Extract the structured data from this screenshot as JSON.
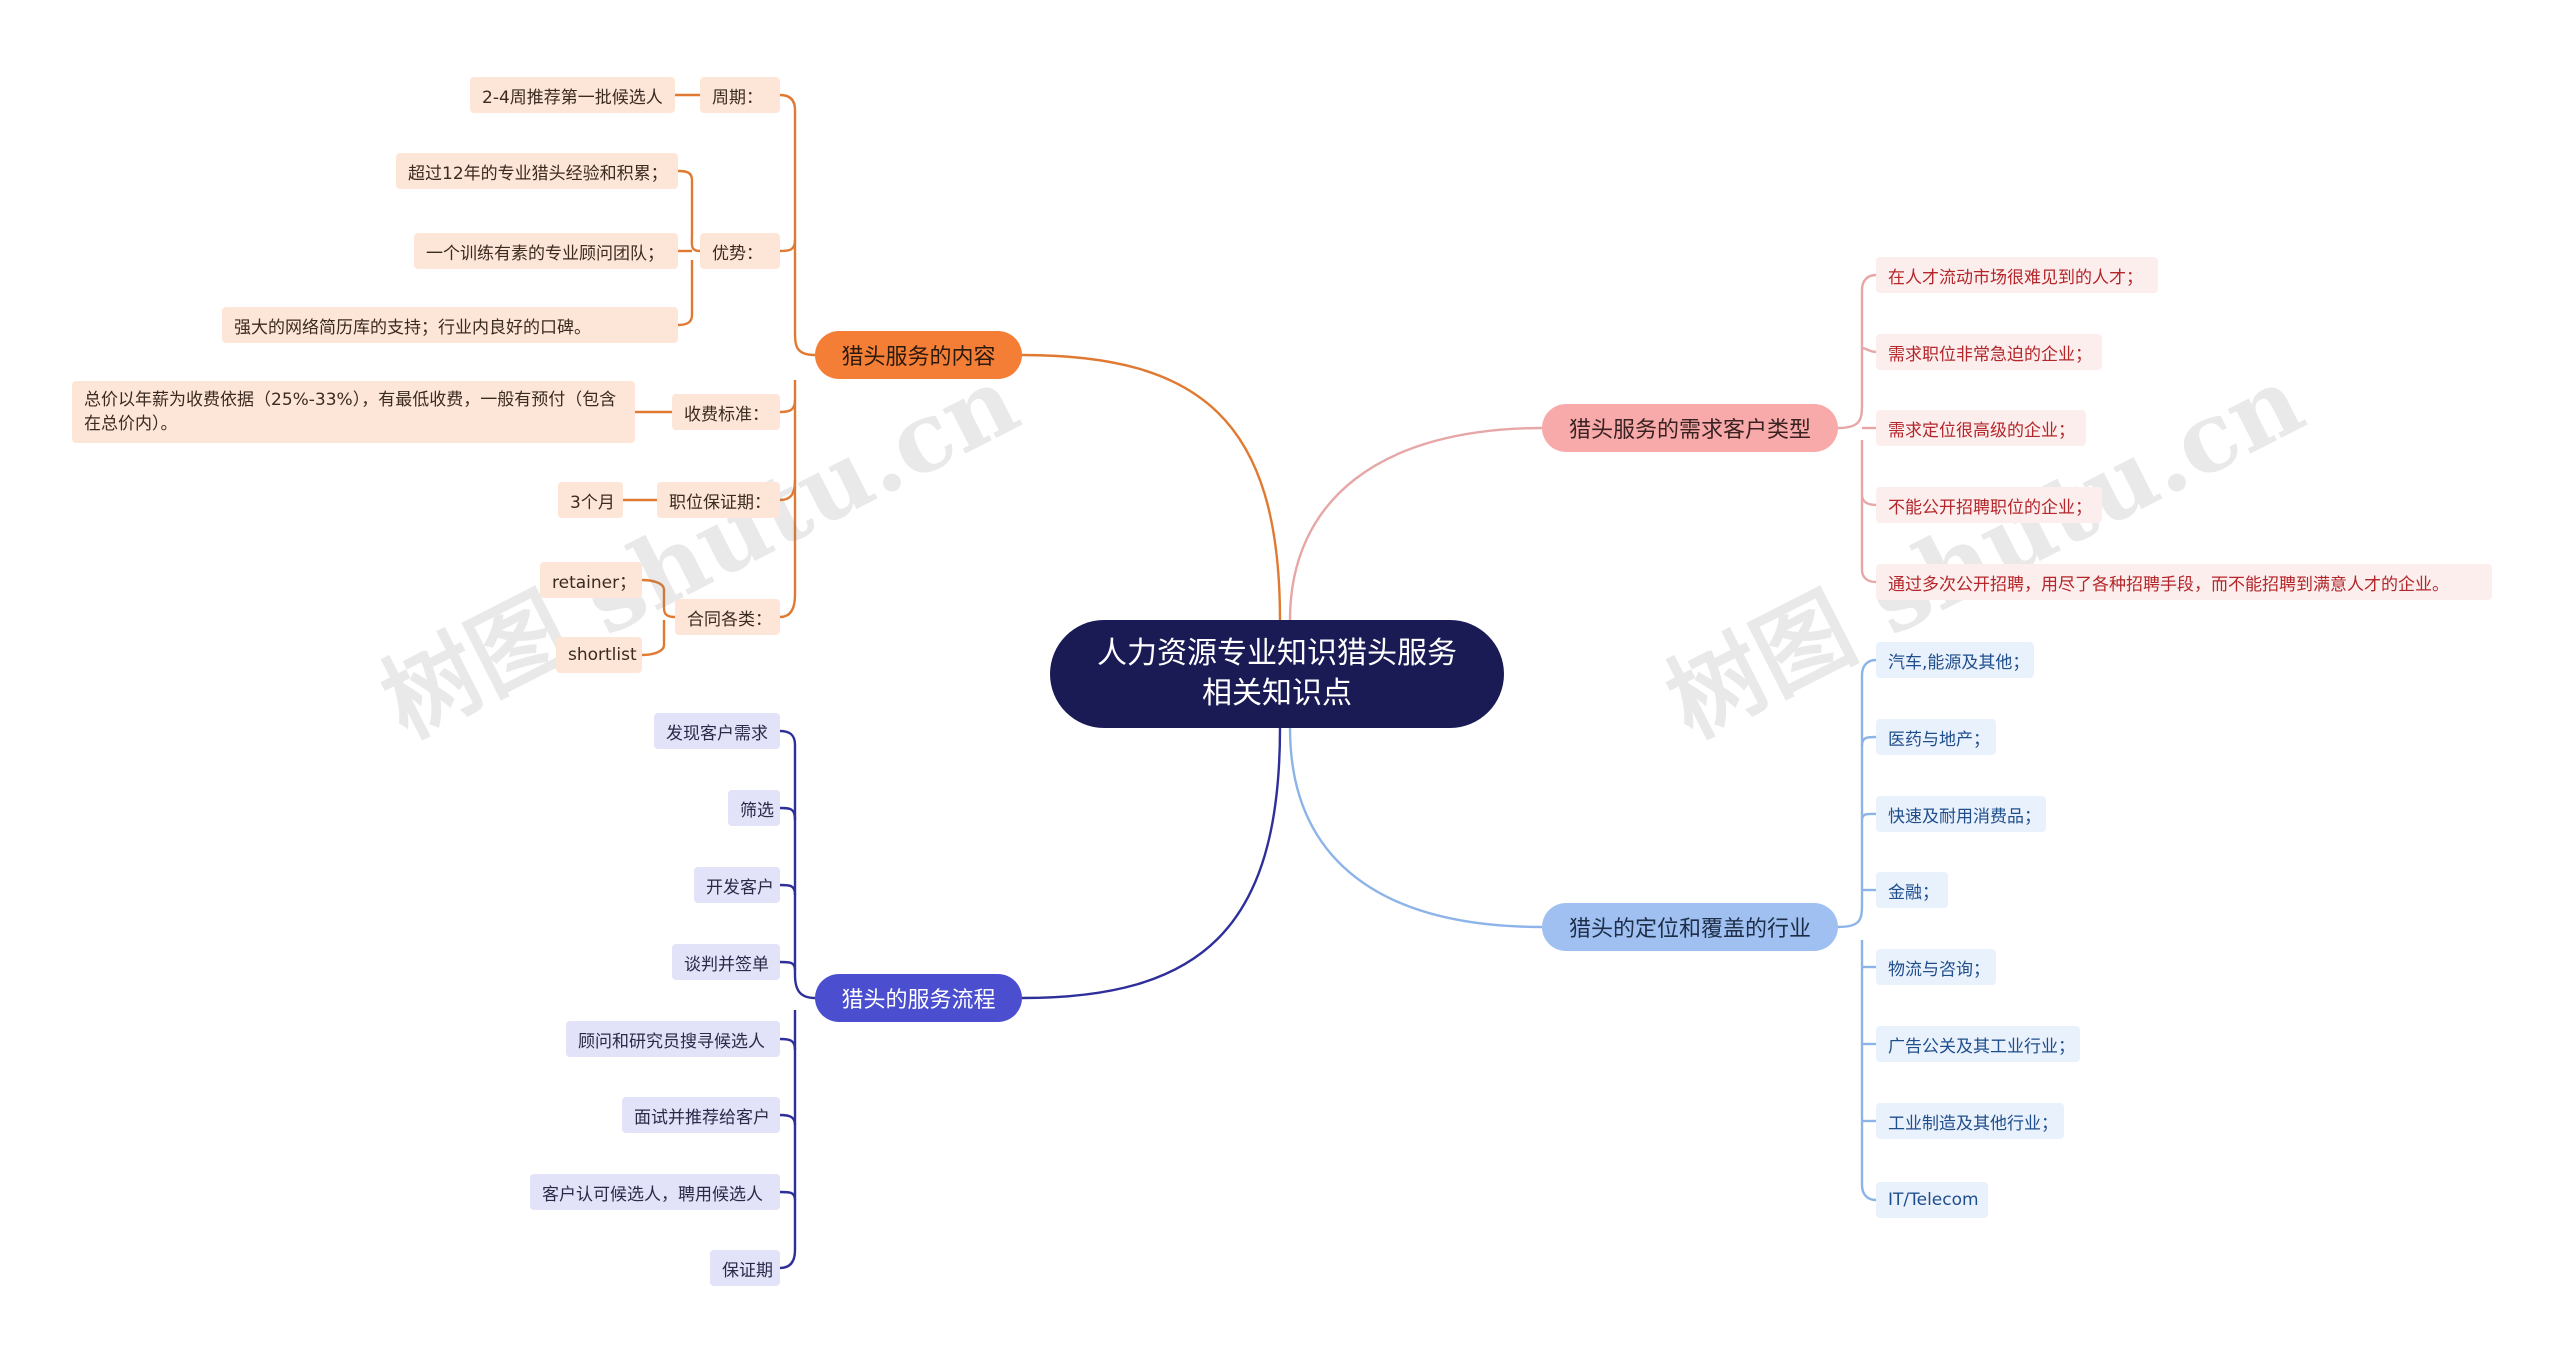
{
  "center": "人力资源专业知识猎头服务相关知识点",
  "watermark": "树图 shutu.cn",
  "colors": {
    "orange": "#e07a32",
    "pink": "#e6a7a6",
    "blue": "#8db4e8",
    "indigo": "#2e2f9a"
  },
  "branches": {
    "content": {
      "label": "猎头服务的内容",
      "groups": {
        "period": {
          "label": "周期：",
          "items": [
            "2-4周推荐第一批候选人"
          ]
        },
        "advantage": {
          "label": "优势：",
          "items": [
            "超过12年的专业猎头经验和积累；",
            "一个训练有素的专业顾问团队；",
            "强大的网络简历库的支持；行业内良好的口碑。"
          ]
        },
        "fee": {
          "label": "收费标准：",
          "items": [
            "总价以年薪为收费依据（25%-33%），有最低收费，一般有预付（包含在总价内）。"
          ]
        },
        "guarantee": {
          "label": "职位保证期：",
          "items": [
            "3个月"
          ]
        },
        "contract": {
          "label": "合同各类：",
          "items": [
            "retainer；",
            "shortlist"
          ]
        }
      }
    },
    "process": {
      "label": "猎头的服务流程",
      "items": [
        "发现客户需求",
        "筛选",
        "开发客户",
        "谈判并签单",
        "顾问和研究员搜寻候选人",
        "面试并推荐给客户",
        "客户认可候选人，聘用候选人",
        "保证期"
      ]
    },
    "clients": {
      "label": "猎头服务的需求客户类型",
      "items": [
        "在人才流动市场很难见到的人才；",
        "需求职位非常急迫的企业；",
        "需求定位很高级的企业；",
        "不能公开招聘职位的企业；",
        "通过多次公开招聘，用尽了各种招聘手段，而不能招聘到满意人才的企业。"
      ]
    },
    "industries": {
      "label": "猎头的定位和覆盖的行业",
      "items": [
        "汽车,能源及其他；",
        "医药与地产；",
        "快速及耐用消费品；",
        "金融；",
        "物流与咨询；",
        "广告公关及其工业行业；",
        "工业制造及其他行业；",
        "IT/Telecom"
      ]
    }
  }
}
